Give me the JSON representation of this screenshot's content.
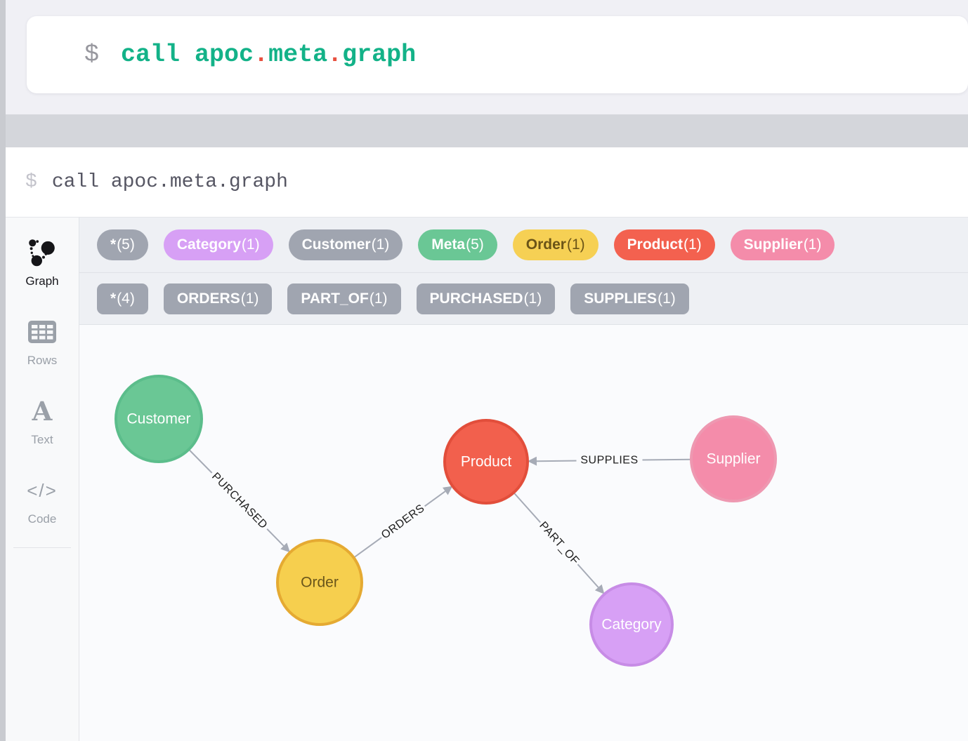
{
  "editor": {
    "prompt": "$",
    "prompt_color": "#97979e",
    "tokens": [
      {
        "text": "call ",
        "color": "#13b288"
      },
      {
        "text": "apoc",
        "color": "#13b288"
      },
      {
        "text": ".",
        "color": "#e8503f"
      },
      {
        "text": "meta",
        "color": "#13b288"
      },
      {
        "text": ".",
        "color": "#e8503f"
      },
      {
        "text": "graph",
        "color": "#13b288"
      }
    ]
  },
  "frame": {
    "header": {
      "prompt": "$",
      "prompt_color": "#c3c3cb",
      "query": "call apoc.meta.graph",
      "query_color": "#565663"
    },
    "sidebar": [
      {
        "label": "Graph"
      },
      {
        "label": "Rows"
      },
      {
        "label": "Text"
      },
      {
        "label": "Code"
      }
    ],
    "node_pills": [
      {
        "name": "*",
        "count": "(5)",
        "bg": "#a0a5b0",
        "fg": "#ffffff"
      },
      {
        "name": "Category",
        "count": "(1)",
        "bg": "#d7a0f5",
        "fg": "#ffffff"
      },
      {
        "name": "Customer",
        "count": "(1)",
        "bg": "#a0a5b0",
        "fg": "#ffffff"
      },
      {
        "name": "Meta",
        "count": "(5)",
        "bg": "#6ac795",
        "fg": "#ffffff"
      },
      {
        "name": "Order",
        "count": "(1)",
        "bg": "#f6d054",
        "fg": "#6b5417"
      },
      {
        "name": "Product",
        "count": "(1)",
        "bg": "#f3614f",
        "fg": "#ffffff"
      },
      {
        "name": "Supplier",
        "count": "(1)",
        "bg": "#f48caa",
        "fg": "#ffffff"
      }
    ],
    "rel_pills": [
      {
        "name": "*",
        "count": "(4)",
        "bg": "#a0a5b0",
        "fg": "#ffffff"
      },
      {
        "name": "ORDERS",
        "count": "(1)",
        "bg": "#a0a5b0",
        "fg": "#ffffff"
      },
      {
        "name": "PART_OF",
        "count": "(1)",
        "bg": "#a0a5b0",
        "fg": "#ffffff"
      },
      {
        "name": "PURCHASED",
        "count": "(1)",
        "bg": "#a0a5b0",
        "fg": "#ffffff"
      },
      {
        "name": "SUPPLIES",
        "count": "(1)",
        "bg": "#a0a5b0",
        "fg": "#ffffff"
      }
    ]
  },
  "graph": {
    "nodes": [
      {
        "id": "customer",
        "label": "Customer",
        "fill": "#6ac795",
        "stroke": "#5bbd8b",
        "text_color": "#ffffff"
      },
      {
        "id": "order",
        "label": "Order",
        "fill": "#f6cf4e",
        "stroke": "#e5aa32",
        "text_color": "#6a561b"
      },
      {
        "id": "product",
        "label": "Product",
        "fill": "#f2604d",
        "stroke": "#e24e3b",
        "text_color": "#ffffff"
      },
      {
        "id": "supplier",
        "label": "Supplier",
        "fill": "#f48caa",
        "stroke": "#ee98b1",
        "text_color": "#ffffff"
      },
      {
        "id": "category",
        "label": "Category",
        "fill": "#d7a0f5",
        "stroke": "#c78ce6",
        "text_color": "#ffffff"
      }
    ],
    "edges": [
      {
        "label": "PURCHASED",
        "from": "customer",
        "to": "order"
      },
      {
        "label": "ORDERS",
        "from": "order",
        "to": "product"
      },
      {
        "label": "SUPPLIES",
        "from": "supplier",
        "to": "product"
      },
      {
        "label": "PART_OF",
        "from": "product",
        "to": "category"
      }
    ]
  }
}
